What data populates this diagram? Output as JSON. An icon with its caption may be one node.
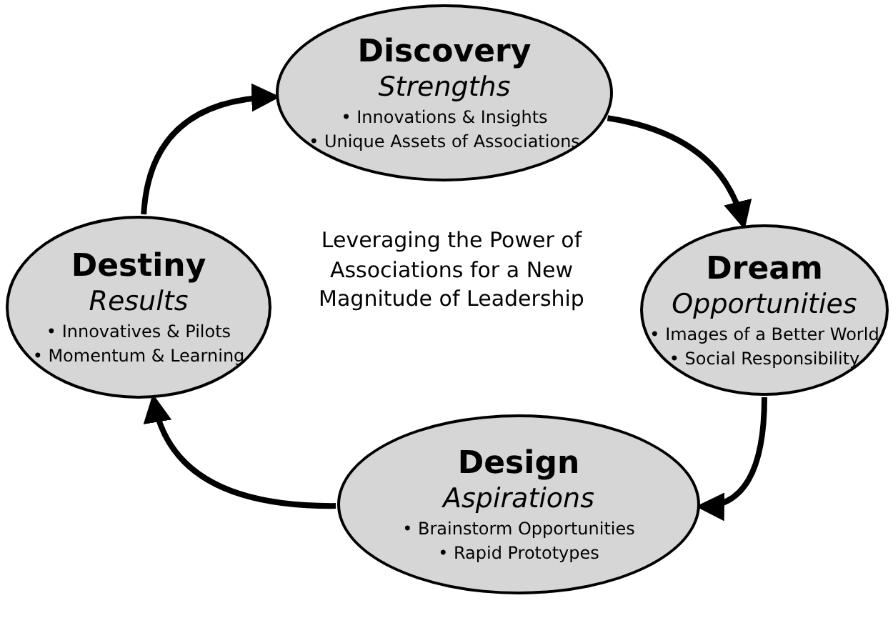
{
  "diagram": {
    "nodes": [
      {
        "text": [
          "Discovery",
          "Strengths",
          "• Innovations & Insights",
          "• Unique Assets of Associations"
        ]
      },
      {
        "text": [
          "Dream",
          "Opportunities",
          "• Images of a Better World",
          "• Social Responsibility"
        ]
      },
      {
        "text": [
          "Design",
          "Aspirations",
          "• Brainstorm Opportunities",
          "• Rapid Prototypes"
        ]
      },
      {
        "text": [
          "Destiny",
          "Results",
          "• Innovatives & Pilots",
          "• Momentum & Learning"
        ]
      }
    ],
    "edges": [
      {
        "from": 0,
        "to": 1,
        "arrow": "to"
      },
      {
        "from": 1,
        "to": 2,
        "arrow": "to"
      },
      {
        "from": 2,
        "to": 3,
        "arrow": "to"
      },
      {
        "from": 3,
        "to": 0,
        "arrow": "to"
      }
    ],
    "labels": [
      "Leveraging the Power of Associations for a New Magnitude of Leadership"
    ]
  }
}
